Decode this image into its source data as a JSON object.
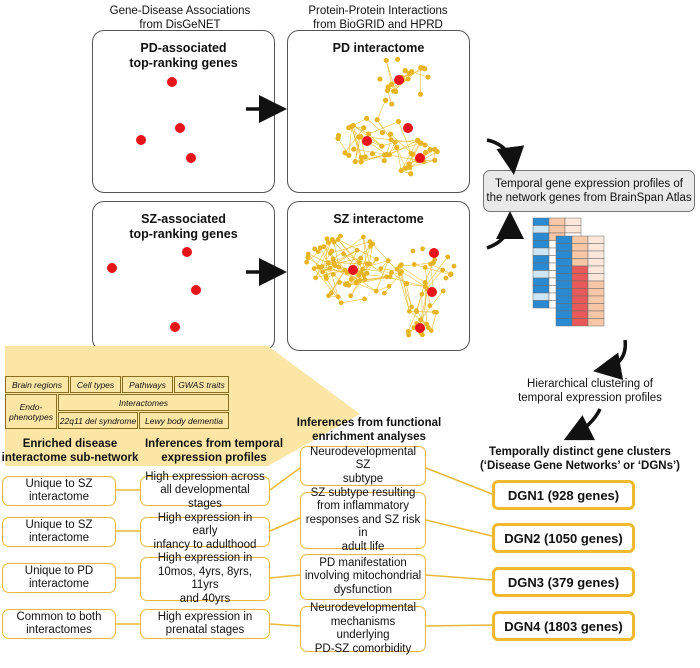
{
  "headers": {
    "disgenet_line1": "Gene-Disease Associations",
    "disgenet_line2": "from DisGeNET",
    "ppi_line1": "Protein-Protein Interactions",
    "ppi_line2": "from BioGRID and HPRD"
  },
  "panels": {
    "pd_genes_line1": "PD-associated",
    "pd_genes_line2": "top-ranking genes",
    "pd_interactome": "PD interactome",
    "sz_genes_line1": "SZ-associated",
    "sz_genes_line2": "top-ranking genes",
    "sz_interactome": "SZ interactome"
  },
  "brainspan": {
    "line1": "Temporal gene expression profiles of",
    "line2": "the network genes from BrainSpan Atlas"
  },
  "clustering": {
    "line1": "Hierarchical clustering of",
    "line2": "temporal expression profiles"
  },
  "categories": {
    "brain_regions": "Brain regions",
    "cell_types": "Cell types",
    "pathways": "Pathways",
    "gwas_traits": "GWAS traits",
    "endophenotypes_line1": "Endo-",
    "endophenotypes_line2": "phenotypes",
    "interactomes": "Interactomes",
    "del_syndrome": "22q11 del syndrome",
    "lewy_body": "Lewy body dementia"
  },
  "columns": {
    "col1_line1": "Enriched disease",
    "col1_line2": "interactome sub-network",
    "col2_line1": "Inferences from temporal",
    "col2_line2": "expression profiles",
    "col3_line1": "Inferences from functional",
    "col3_line2": "enrichment analyses",
    "col4_line1": "Temporally distinct gene clusters",
    "col4_line2": "(‘Disease Gene Networks’ or ‘DGNs’)"
  },
  "rows": [
    {
      "subnetwork": [
        "Unique to SZ",
        "interactome"
      ],
      "temporal": [
        "High expression across",
        "all developmental stages"
      ],
      "functional": [
        "Neurodevelopmental SZ",
        "subtype"
      ],
      "dgn": "DGN1 (928 genes)"
    },
    {
      "subnetwork": [
        "Unique to SZ",
        "interactome"
      ],
      "temporal": [
        "High expression in early",
        "infancy to adulthood"
      ],
      "functional": [
        "SZ subtype resulting",
        "from inflammatory",
        "responses and SZ risk in",
        "adult life"
      ],
      "dgn": "DGN2 (1050 genes)"
    },
    {
      "subnetwork": [
        "Unique to PD",
        "interactome"
      ],
      "temporal": [
        "10mos, 4yrs, 8yrs, 11yrs",
        "and 40yrs"
      ],
      "temporal_head": "High expression in",
      "functional": [
        "PD manifestation",
        "involving mitochondrial",
        "dysfunction"
      ],
      "dgn": "DGN3 (379 genes)"
    },
    {
      "subnetwork": [
        "Common to both",
        "interactomes"
      ],
      "temporal": [
        "High expression in",
        "prenatal stages"
      ],
      "functional": [
        "Neurodevelopmental",
        "mechanisms underlying",
        "PD-SZ comorbidity"
      ],
      "dgn": "DGN4 (1803 genes)"
    }
  ],
  "colors": {
    "node_gene": "#e8b520",
    "node_seed": "#e8141a",
    "box_border": "#e8b93a",
    "category_fill": "#fbe6a6",
    "heat_blue": "#2a8ad1",
    "heat_red": "#e85a5a",
    "heat_peach": "#f7c7a8"
  }
}
